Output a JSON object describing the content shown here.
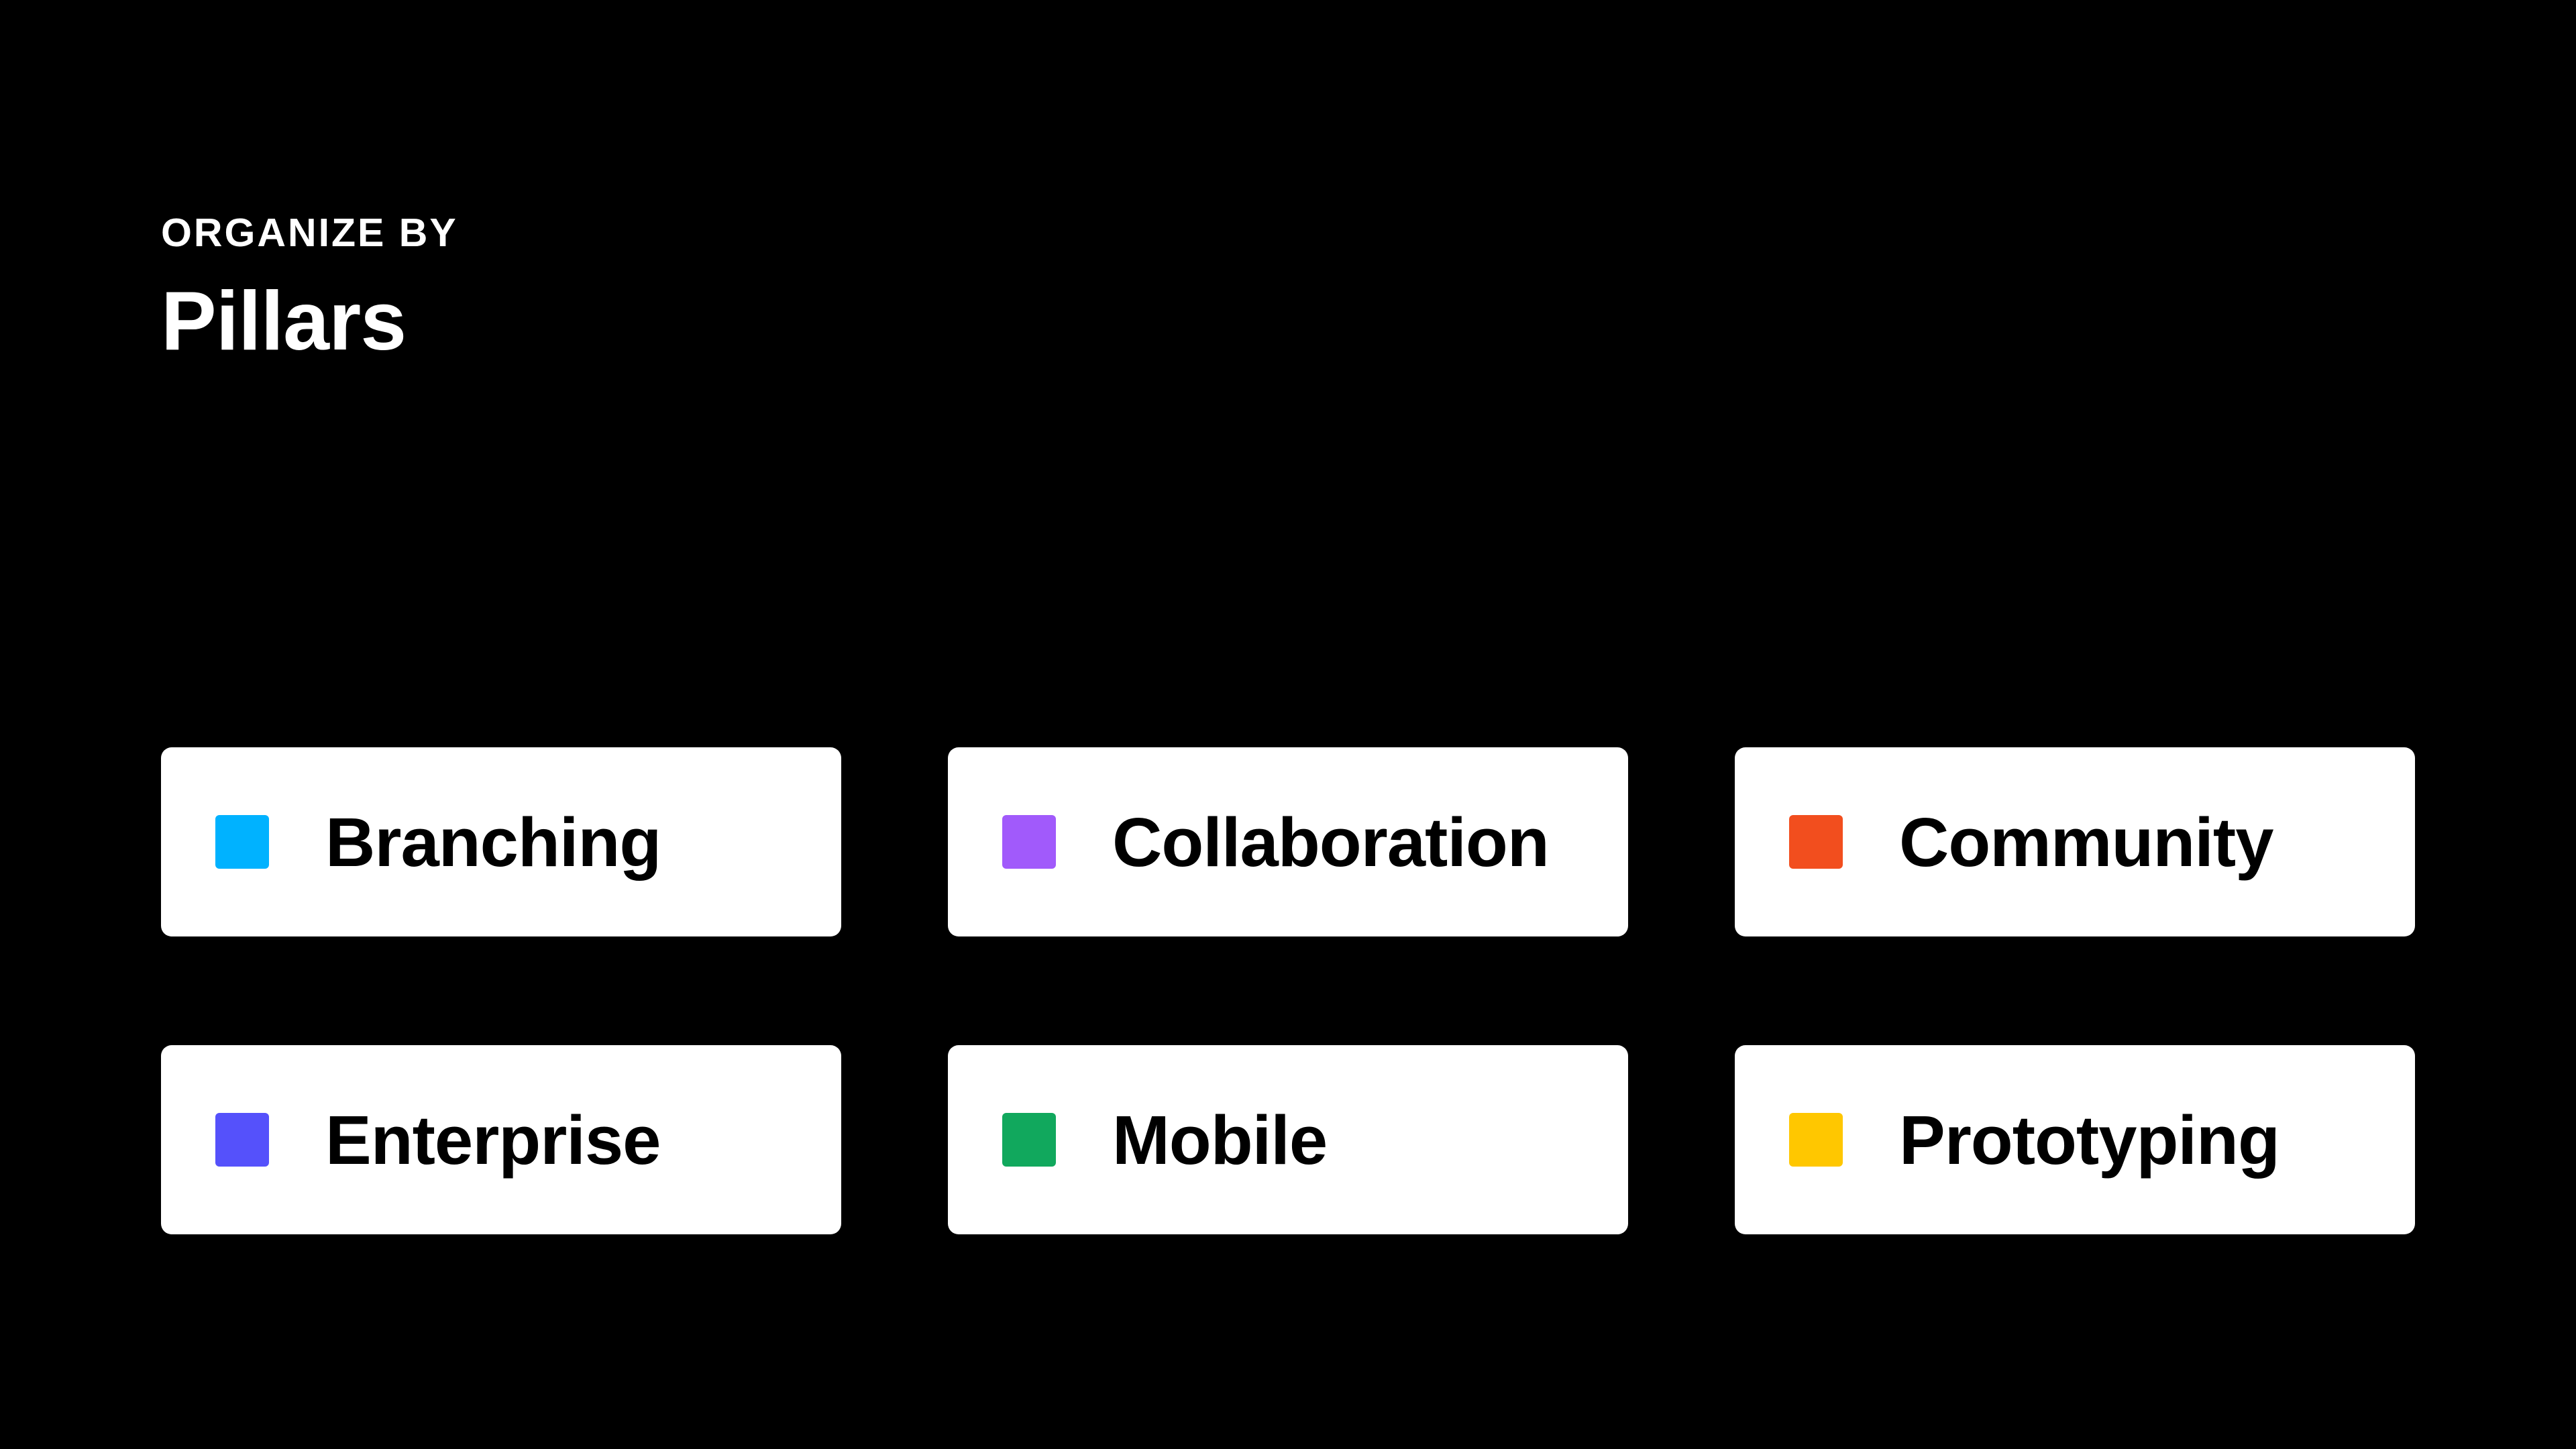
{
  "page": {
    "background_color": "#000000",
    "card_background_color": "#ffffff",
    "text_color_on_dark": "#ffffff",
    "text_color_on_card": "#000000"
  },
  "header": {
    "eyebrow": "ORGANIZE BY",
    "title": "Pillars"
  },
  "cards": [
    {
      "label": "Branching",
      "swatch_color": "#00B2FF",
      "swatch_name": "cyan-square-swatch"
    },
    {
      "label": "Collaboration",
      "swatch_color": "#A15AFB",
      "swatch_name": "purple-square-swatch"
    },
    {
      "label": "Community",
      "swatch_color": "#F24E1E",
      "swatch_name": "orange-square-swatch"
    },
    {
      "label": "Enterprise",
      "swatch_color": "#5551FB",
      "swatch_name": "indigo-square-swatch"
    },
    {
      "label": "Mobile",
      "swatch_color": "#11A85D",
      "swatch_name": "green-square-swatch"
    },
    {
      "label": "Prototyping",
      "swatch_color": "#FFC700",
      "swatch_name": "yellow-square-swatch"
    }
  ]
}
